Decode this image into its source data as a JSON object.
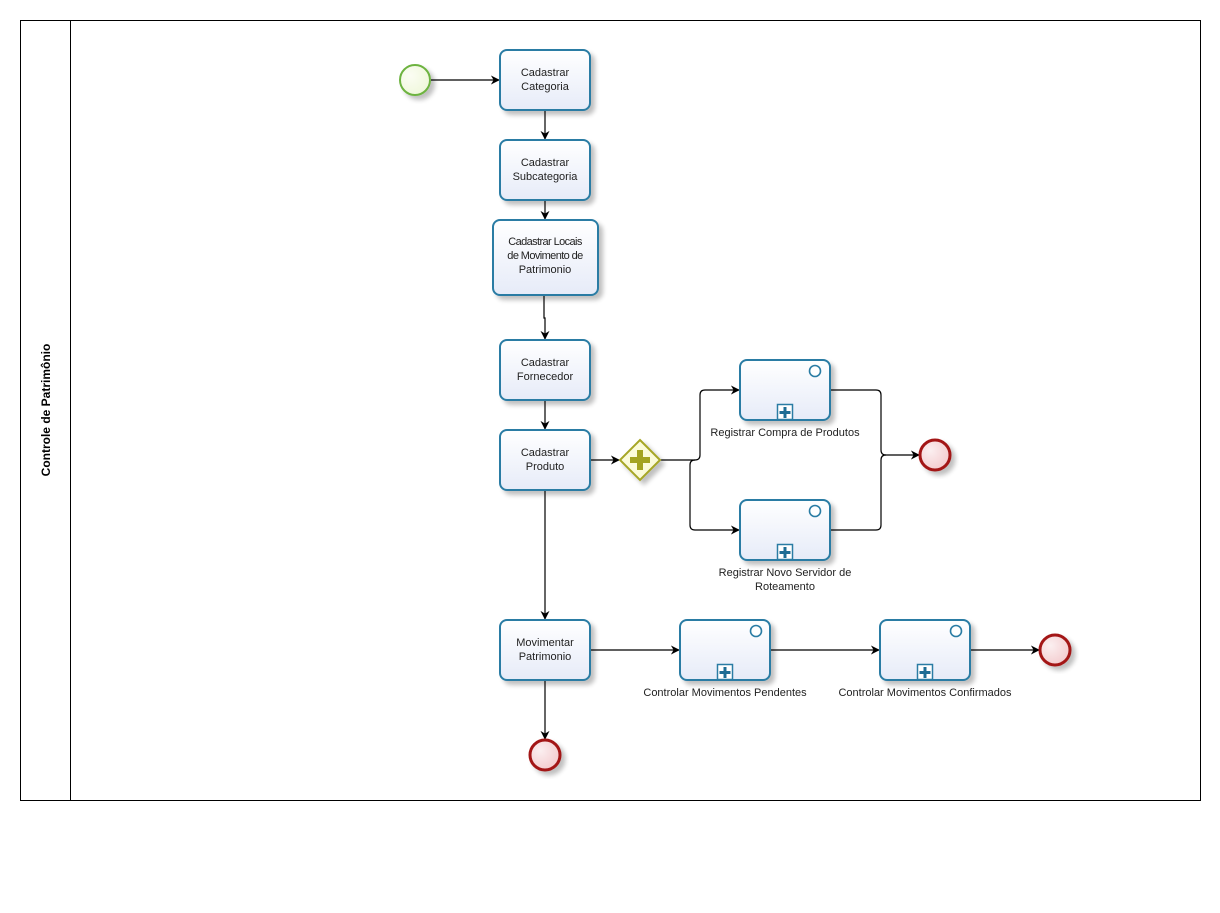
{
  "pool": {
    "lane_label": "Controle de Patrimônio"
  },
  "colors": {
    "task_stroke": "#2a7ca4",
    "task_fill_top": "#ffffff",
    "task_fill_bottom": "#e6ebf8",
    "start_stroke": "#6db33f",
    "start_fill": "#eef7d9",
    "end_stroke": "#a31515",
    "end_fill": "#f3c9cc",
    "gateway_stroke": "#a6a626",
    "gateway_fill": "#fbfbd9",
    "gateway_plus": "#a3a321",
    "flow": "#000000"
  },
  "nodes": {
    "start": {
      "type": "start-event"
    },
    "cadastrar_categoria": {
      "type": "task",
      "lines": [
        "Cadastrar",
        "Categoria"
      ]
    },
    "cadastrar_subcategoria": {
      "type": "task",
      "lines": [
        "Cadastrar",
        "Subcategoria"
      ]
    },
    "cadastrar_locais": {
      "type": "task",
      "lines": [
        "Cadastrar Locais",
        "de Movimento de",
        "Patrimonio"
      ]
    },
    "cadastrar_fornecedor": {
      "type": "task",
      "lines": [
        "Cadastrar",
        "Fornecedor"
      ]
    },
    "cadastrar_produto": {
      "type": "task",
      "lines": [
        "Cadastrar",
        "Produto"
      ]
    },
    "gateway_parallel": {
      "type": "parallel-gateway"
    },
    "registrar_compra": {
      "type": "subprocess",
      "lines": [
        "Registrar Compra de  Produtos"
      ]
    },
    "registrar_servidor": {
      "type": "subprocess",
      "lines": [
        "Registrar Novo Servidor de",
        "Roteamento"
      ]
    },
    "end_registro": {
      "type": "end-event"
    },
    "movimentar_patrimonio": {
      "type": "task",
      "lines": [
        "Movimentar",
        "Patrimonio"
      ]
    },
    "controlar_pendentes": {
      "type": "subprocess",
      "lines": [
        "Controlar Movimentos Pendentes"
      ]
    },
    "controlar_confirmados": {
      "type": "subprocess",
      "lines": [
        "Controlar Movimentos Confirmados"
      ]
    },
    "end_movimentos": {
      "type": "end-event"
    },
    "end_patrimonio": {
      "type": "end-event"
    }
  },
  "flows": [
    {
      "from": "start",
      "to": "cadastrar_categoria"
    },
    {
      "from": "cadastrar_categoria",
      "to": "cadastrar_subcategoria"
    },
    {
      "from": "cadastrar_subcategoria",
      "to": "cadastrar_locais"
    },
    {
      "from": "cadastrar_locais",
      "to": "cadastrar_fornecedor"
    },
    {
      "from": "cadastrar_fornecedor",
      "to": "cadastrar_produto"
    },
    {
      "from": "cadastrar_produto",
      "to": "gateway_parallel"
    },
    {
      "from": "gateway_parallel",
      "to": "registrar_compra"
    },
    {
      "from": "gateway_parallel",
      "to": "registrar_servidor"
    },
    {
      "from": "registrar_compra",
      "to": "end_registro"
    },
    {
      "from": "registrar_servidor",
      "to": "end_registro"
    },
    {
      "from": "cadastrar_produto",
      "to": "movimentar_patrimonio"
    },
    {
      "from": "movimentar_patrimonio",
      "to": "controlar_pendentes"
    },
    {
      "from": "controlar_pendentes",
      "to": "controlar_confirmados"
    },
    {
      "from": "controlar_confirmados",
      "to": "end_movimentos"
    },
    {
      "from": "movimentar_patrimonio",
      "to": "end_patrimonio"
    }
  ]
}
